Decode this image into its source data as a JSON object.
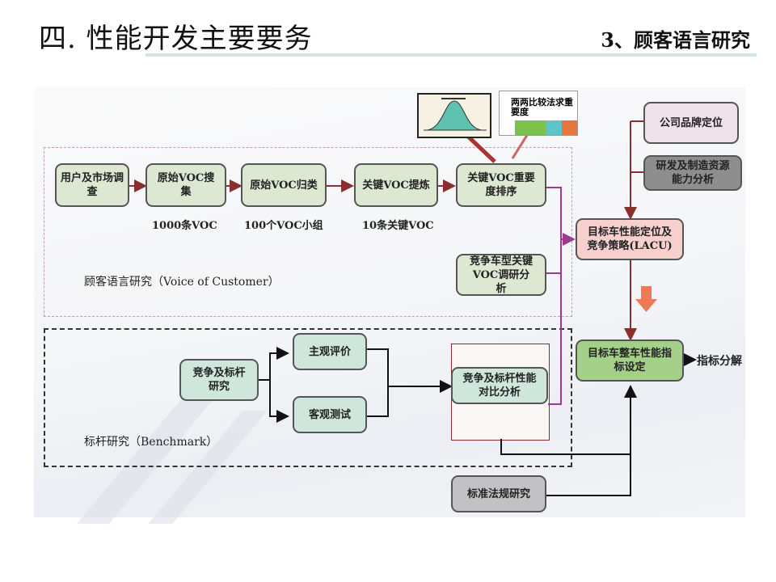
{
  "header": {
    "title": "四. 性能开发主要要务",
    "section": "3、顾客语言研究"
  },
  "voc_group": {
    "label": "顾客语言研究（Voice of Customer）",
    "steps": [
      {
        "text": "用户及市场调查"
      },
      {
        "text": "原始VOC搜集",
        "count": "1000条VOC"
      },
      {
        "text": "原始VOC归类",
        "count": "100个VOC小组"
      },
      {
        "text": "关键VOC提炼",
        "count": "10条关键VOC"
      },
      {
        "text": "关键VOC重要度排序"
      }
    ],
    "competitor": "竞争车型关键VOC调研分析"
  },
  "thumbnails": {
    "chart": "distribution-chart-thumbnail",
    "table_title": "两两比较法求重要度"
  },
  "benchmark_group": {
    "label": "标杆研究（Benchmark）",
    "source": "竞争及标杆研究",
    "subjective": "主观评价",
    "objective": "客观测试",
    "comparison": "竞争及标杆性能对比分析"
  },
  "right_column": {
    "brand": "公司品牌定位",
    "resources": "研发及制造资源能力分析",
    "positioning": "目标车性能定位及竞争策略(LACU)",
    "target": "目标车整车性能指标设定",
    "decompose": "指标分解",
    "regulation": "标准法规研究"
  },
  "colors": {
    "voc_arrow": "#8b2e2e",
    "purple_line": "#9b3b8f",
    "highlight_arrow": "#ee7a55"
  }
}
